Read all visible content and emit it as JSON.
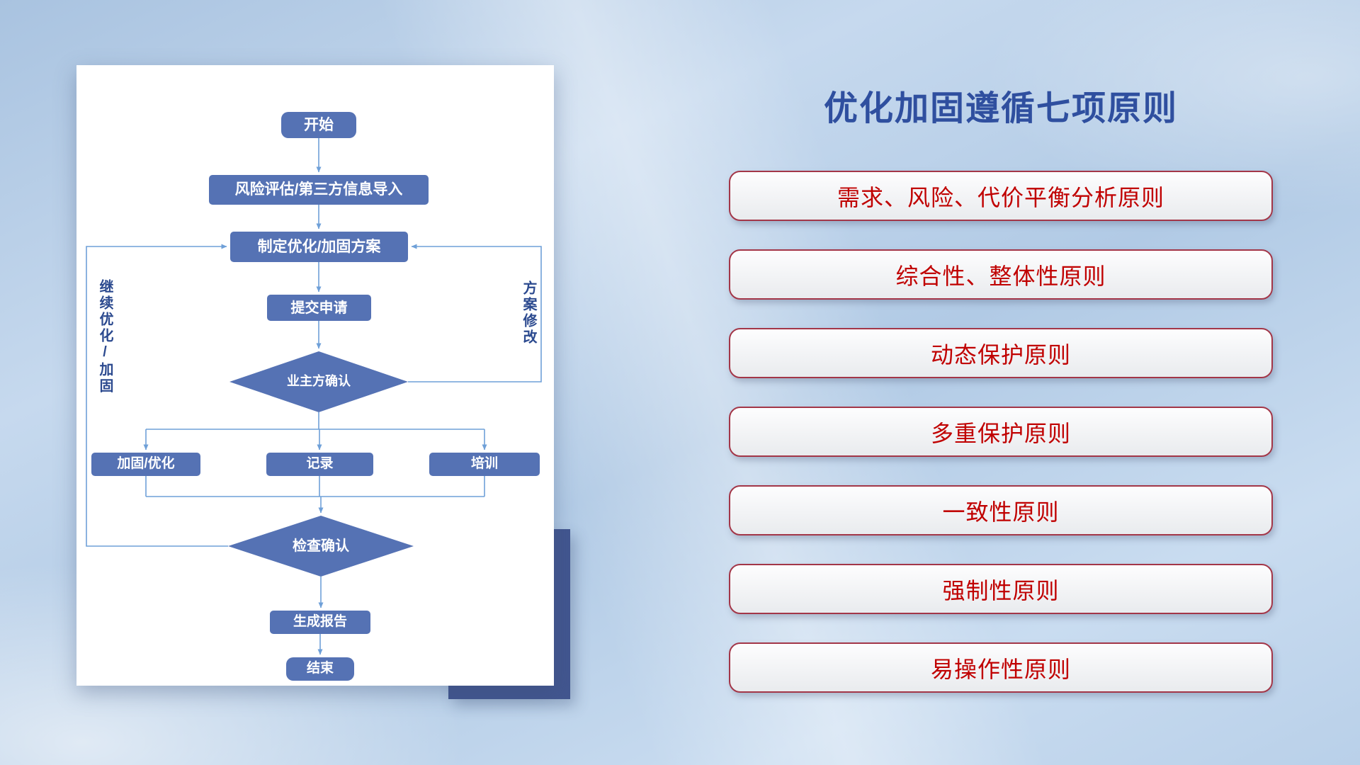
{
  "title": "优化加固遵循七项原则",
  "flowchart": {
    "nodes": {
      "start": {
        "label": "开始"
      },
      "risk_import": {
        "label": "风险评估/第三方信息导入"
      },
      "make_plan": {
        "label": "制定优化/加固方案"
      },
      "submit": {
        "label": "提交申请"
      },
      "owner_confirm": {
        "label": "业主方确认"
      },
      "reinforce": {
        "label": "加固/优化"
      },
      "record": {
        "label": "记录"
      },
      "training": {
        "label": "培训"
      },
      "check_confirm": {
        "label": "检查确认"
      },
      "report": {
        "label": "生成报告"
      },
      "end": {
        "label": "结束"
      }
    },
    "loops": {
      "continue_optimize": {
        "label": "继续优化/加固"
      },
      "plan_modify": {
        "label": "方案修改"
      }
    }
  },
  "principles": {
    "items": [
      {
        "label": "需求、风险、代价平衡分析原则"
      },
      {
        "label": "综合性、整体性原则"
      },
      {
        "label": "动态保护原则"
      },
      {
        "label": "多重保护原则"
      },
      {
        "label": "一致性原则"
      },
      {
        "label": "强制性原则"
      },
      {
        "label": "易操作性原则"
      }
    ]
  },
  "colors": {
    "node_fill": "#5572b4",
    "connector": "#6fa0d8",
    "loop_text": "#2c4a8f",
    "title_text": "#2f4f9f",
    "principle_text": "#c00000",
    "principle_border": "#a33648",
    "accent_panel": "#42568f"
  }
}
